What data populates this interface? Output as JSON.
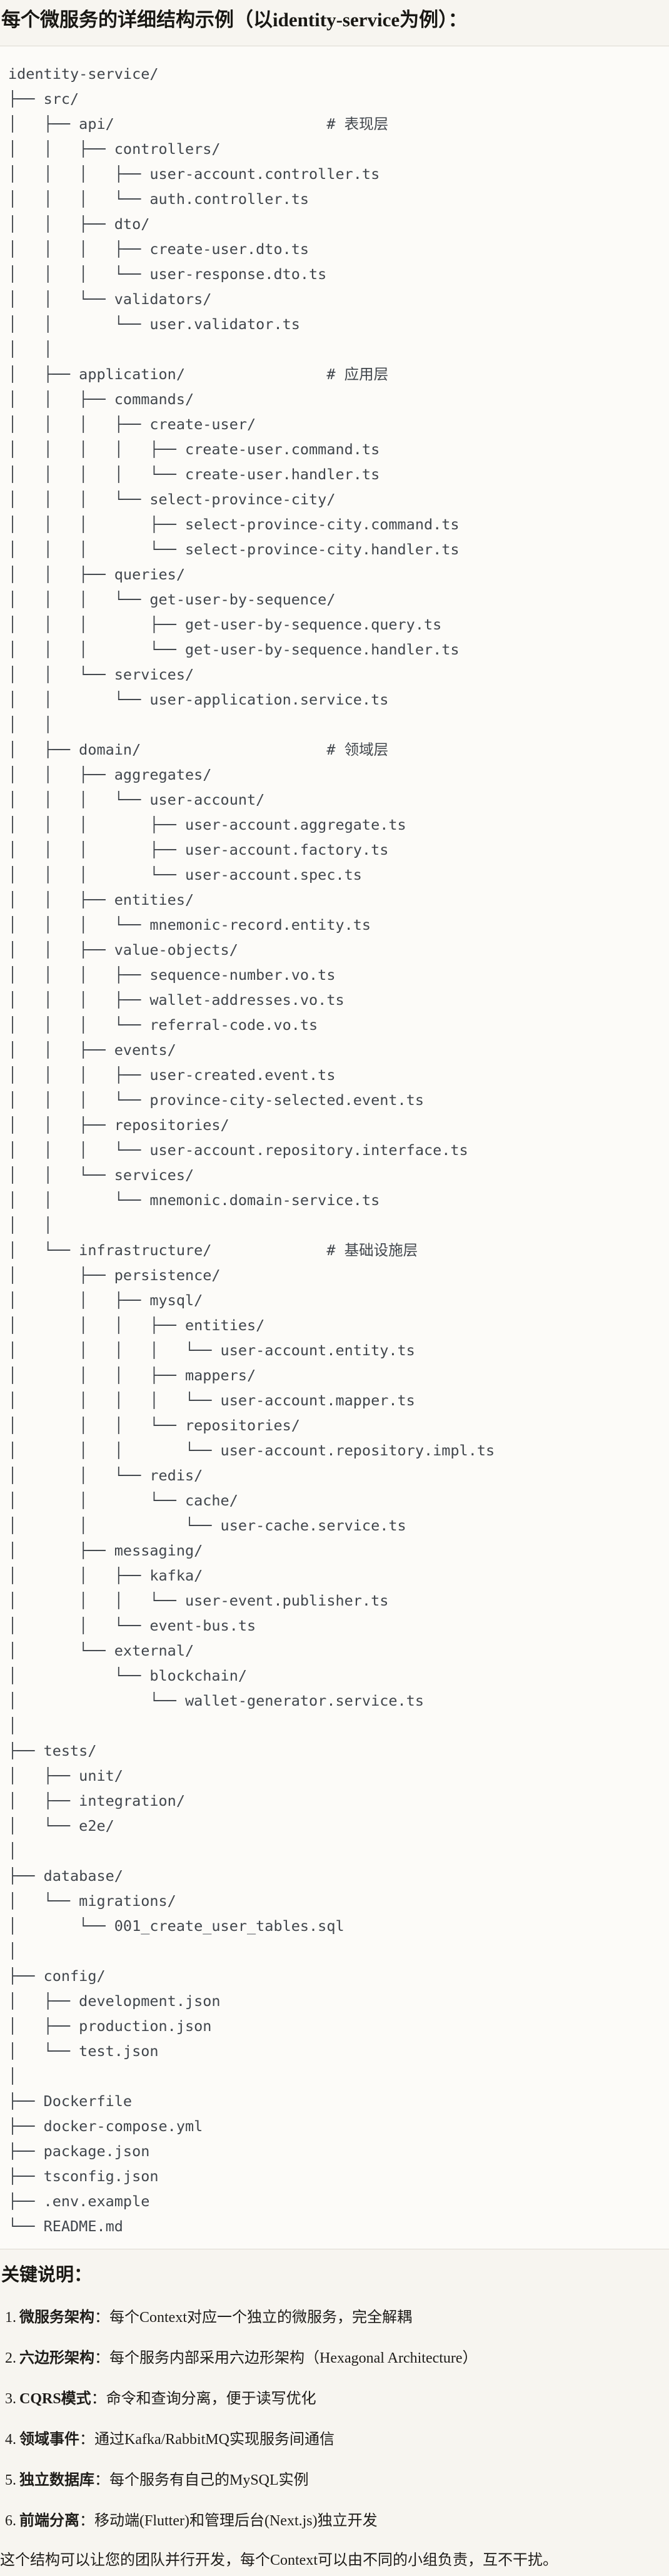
{
  "colors": {
    "page_bg": "#f7f5f0",
    "code_bg": "#fcfbf8",
    "code_border": "#ddd9d2",
    "tree_text": "#41464c",
    "body_text": "#1e1c19"
  },
  "page": {
    "title": "每个微服务的详细结构示例（以identity-service为例）："
  },
  "tree": {
    "lines": [
      "identity-service/",
      "├── src/",
      "│   ├── api/                        # 表现层",
      "│   │   ├── controllers/",
      "│   │   │   ├── user-account.controller.ts",
      "│   │   │   └── auth.controller.ts",
      "│   │   ├── dto/",
      "│   │   │   ├── create-user.dto.ts",
      "│   │   │   └── user-response.dto.ts",
      "│   │   └── validators/",
      "│   │       └── user.validator.ts",
      "│   │",
      "│   ├── application/                # 应用层",
      "│   │   ├── commands/",
      "│   │   │   ├── create-user/",
      "│   │   │   │   ├── create-user.command.ts",
      "│   │   │   │   └── create-user.handler.ts",
      "│   │   │   └── select-province-city/",
      "│   │   │       ├── select-province-city.command.ts",
      "│   │   │       └── select-province-city.handler.ts",
      "│   │   ├── queries/",
      "│   │   │   └── get-user-by-sequence/",
      "│   │   │       ├── get-user-by-sequence.query.ts",
      "│   │   │       └── get-user-by-sequence.handler.ts",
      "│   │   └── services/",
      "│   │       └── user-application.service.ts",
      "│   │",
      "│   ├── domain/                     # 领域层",
      "│   │   ├── aggregates/",
      "│   │   │   └── user-account/",
      "│   │   │       ├── user-account.aggregate.ts",
      "│   │   │       ├── user-account.factory.ts",
      "│   │   │       └── user-account.spec.ts",
      "│   │   ├── entities/",
      "│   │   │   └── mnemonic-record.entity.ts",
      "│   │   ├── value-objects/",
      "│   │   │   ├── sequence-number.vo.ts",
      "│   │   │   ├── wallet-addresses.vo.ts",
      "│   │   │   └── referral-code.vo.ts",
      "│   │   ├── events/",
      "│   │   │   ├── user-created.event.ts",
      "│   │   │   └── province-city-selected.event.ts",
      "│   │   ├── repositories/",
      "│   │   │   └── user-account.repository.interface.ts",
      "│   │   └── services/",
      "│   │       └── mnemonic.domain-service.ts",
      "│   │",
      "│   └── infrastructure/             # 基础设施层",
      "│       ├── persistence/",
      "│       │   ├── mysql/",
      "│       │   │   ├── entities/",
      "│       │   │   │   └── user-account.entity.ts",
      "│       │   │   ├── mappers/",
      "│       │   │   │   └── user-account.mapper.ts",
      "│       │   │   └── repositories/",
      "│       │   │       └── user-account.repository.impl.ts",
      "│       │   └── redis/",
      "│       │       └── cache/",
      "│       │           └── user-cache.service.ts",
      "│       ├── messaging/",
      "│       │   ├── kafka/",
      "│       │   │   └── user-event.publisher.ts",
      "│       │   └── event-bus.ts",
      "│       └── external/",
      "│           └── blockchain/",
      "│               └── wallet-generator.service.ts",
      "│",
      "├── tests/",
      "│   ├── unit/",
      "│   ├── integration/",
      "│   └── e2e/",
      "│",
      "├── database/",
      "│   └── migrations/",
      "│       └── 001_create_user_tables.sql",
      "│",
      "├── config/",
      "│   ├── development.json",
      "│   ├── production.json",
      "│   └── test.json",
      "│",
      "├── Dockerfile",
      "├── docker-compose.yml",
      "├── package.json",
      "├── tsconfig.json",
      "├── .env.example",
      "└── README.md"
    ]
  },
  "notes": {
    "heading": "关键说明：",
    "items": [
      {
        "num": "1.",
        "term": "微服务架构",
        "colon": "：",
        "desc": "每个Context对应一个独立的微服务，完全解耦"
      },
      {
        "num": "2.",
        "term": "六边形架构",
        "colon": "：",
        "desc": "每个服务内部采用六边形架构（Hexagonal Architecture）"
      },
      {
        "num": "3.",
        "term": "CQRS模式",
        "colon": "：",
        "desc": "命令和查询分离，便于读写优化"
      },
      {
        "num": "4.",
        "term": "领域事件",
        "colon": "：",
        "desc": "通过Kafka/RabbitMQ实现服务间通信"
      },
      {
        "num": "5.",
        "term": "独立数据库",
        "colon": "：",
        "desc": "每个服务有自己的MySQL实例"
      },
      {
        "num": "6.",
        "term": "前端分离",
        "colon": "：",
        "desc": "移动端(Flutter)和管理后台(Next.js)独立开发"
      }
    ],
    "footer": "这个结构可以让您的团队并行开发，每个Context可以由不同的小组负责，互不干扰。"
  }
}
